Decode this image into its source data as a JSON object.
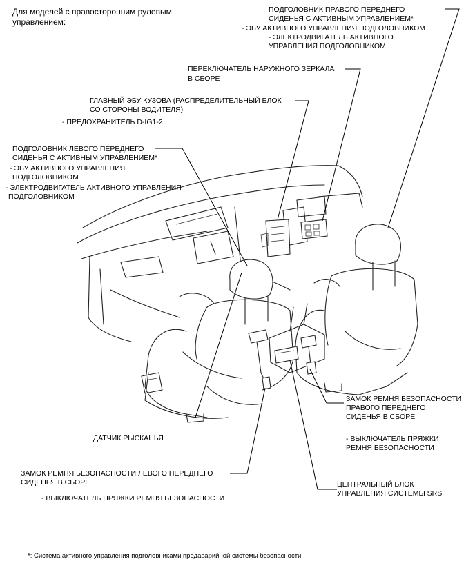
{
  "header": {
    "line1": "Для моделей с правосторонним рулевым",
    "line2": "управлением:"
  },
  "labels": {
    "right_headrest": {
      "line1": "ПОДГОЛОВНИК ПРАВОГО ПЕРЕДНЕГО",
      "line2": "СИДЕНЬЯ С АКТИВНЫМ УПРАВЛЕНИЕМ*",
      "sub1": "- ЭБУ АКТИВНОГО УПРАВЛЕНИЯ ПОДГОЛОВНИКОМ",
      "sub2a": "- ЭЛЕКТРОДВИГАТЕЛЬ АКТИВНОГО",
      "sub2b": "УПРАВЛЕНИЯ ПОДГОЛОВНИКОМ"
    },
    "mirror_switch": {
      "line1": "ПЕРЕКЛЮЧАТЕЛЬ НАРУЖНОГО ЗЕРКАЛА",
      "line2": "В СБОРЕ"
    },
    "body_ecu": {
      "line1": "ГЛАВНЫЙ ЭБУ КУЗОВА (РАСПРЕДЕЛИТЕЛЬНЫЙ БЛОК",
      "line2": "СО СТОРОНЫ ВОДИТЕЛЯ)",
      "sub1": "- ПРЕДОХРАНИТЕЛЬ D-IG1-2"
    },
    "left_headrest": {
      "line1": "ПОДГОЛОВНИК ЛЕВОГО ПЕРЕДНЕГО",
      "line2": "СИДЕНЬЯ С АКТИВНЫМ УПРАВЛЕНИЕМ*",
      "sub1a": "- ЭБУ АКТИВНОГО УПРАВЛЕНИЯ",
      "sub1b": "ПОДГОЛОВНИКОМ",
      "sub2a": "- ЭЛЕКТРОДВИГАТЕЛЬ АКТИВНОГО УПРАВЛЕНИЯ",
      "sub2b": "ПОДГОЛОВНИКОМ"
    },
    "right_buckle": {
      "line1": "ЗАМОК РЕМНЯ БЕЗОПАСНОСТИ",
      "line2": "ПРАВОГО ПЕРЕДНЕГО",
      "line3": "СИДЕНЬЯ В СБОРЕ",
      "sub1a": "- ВЫКЛЮЧАТЕЛЬ ПРЯЖКИ",
      "sub1b": "РЕМНЯ БЕЗОПАСНОСТИ"
    },
    "yaw_sensor": {
      "line1": "ДАТЧИК РЫСКАНЬЯ"
    },
    "left_buckle": {
      "line1": "ЗАМОК РЕМНЯ БЕЗОПАСНОСТИ ЛЕВОГО ПЕРЕДНЕГО",
      "line2": "СИДЕНЬЯ В СБОРЕ",
      "sub1": "- ВЫКЛЮЧАТЕЛЬ ПРЯЖКИ РЕМНЯ БЕЗОПАСНОСТИ"
    },
    "srs_unit": {
      "line1": "ЦЕНТРАЛЬНЫЙ БЛОК",
      "line2": "УПРАВЛЕНИЯ СИСТЕМЫ SRS"
    }
  },
  "footnote": "*: Система активного управления подголовниками предаварийной системы безопасности"
}
